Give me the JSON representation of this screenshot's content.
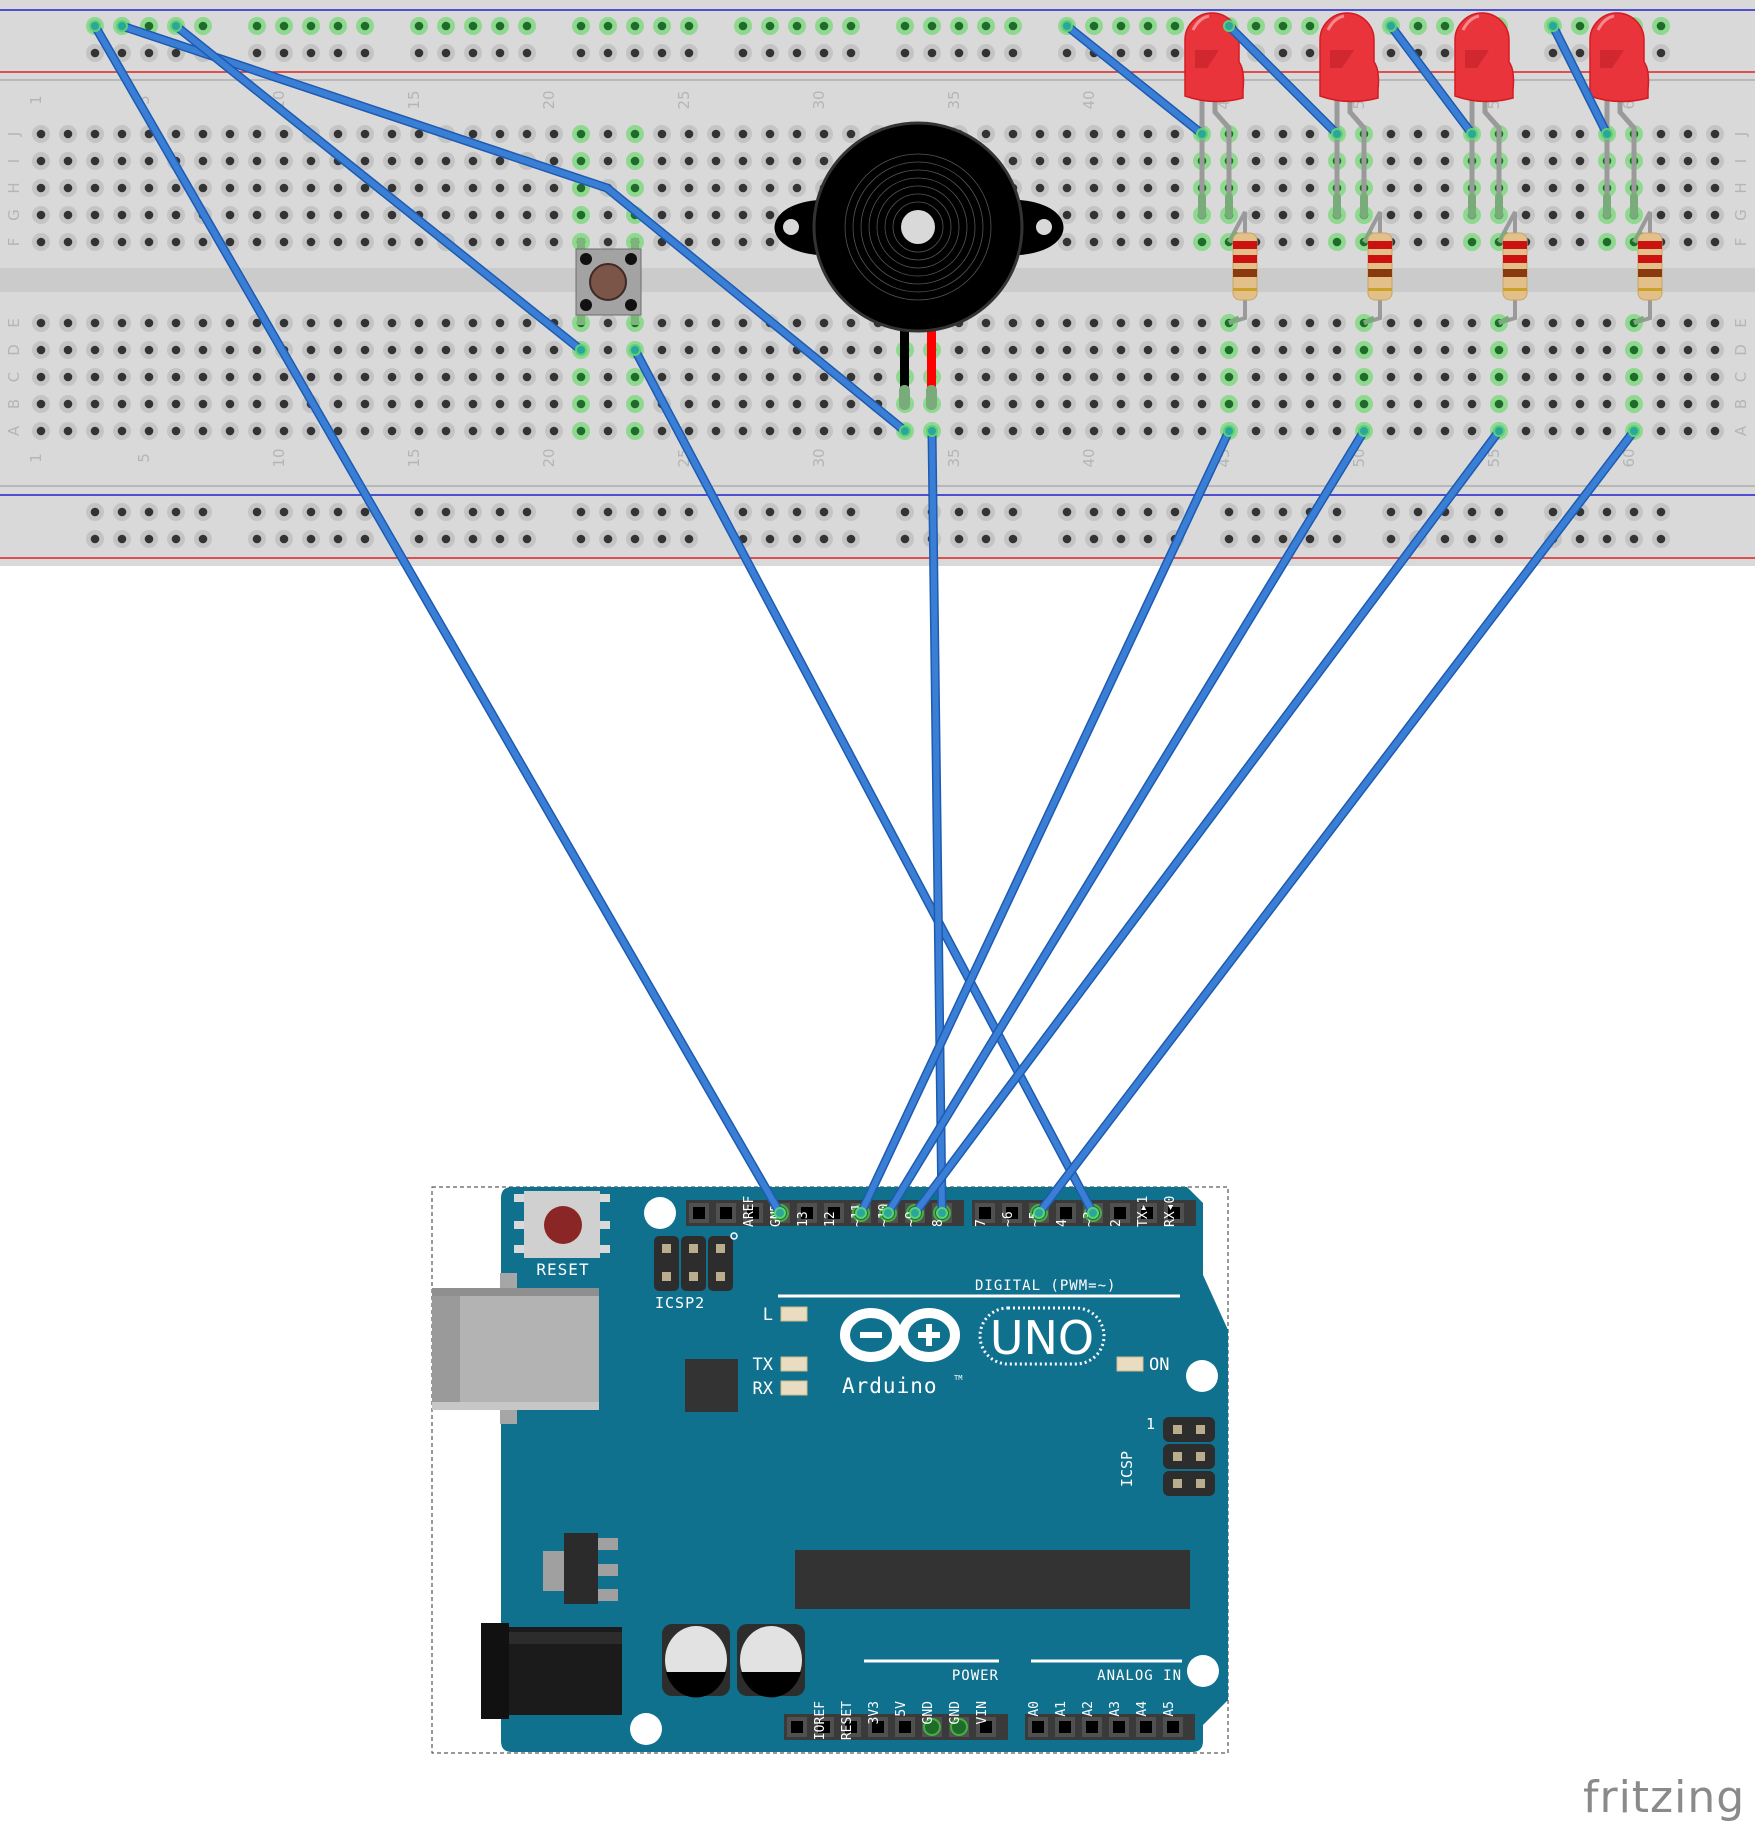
{
  "app": {
    "watermark": "fritzing"
  },
  "breadboard": {
    "row_labels_top": [
      "J",
      "I",
      "H",
      "G",
      "F"
    ],
    "row_labels_bottom": [
      "E",
      "D",
      "C",
      "B",
      "A"
    ],
    "column_count": 63,
    "column_labels": [
      "1",
      "5",
      "10",
      "15",
      "20",
      "25",
      "30",
      "35",
      "40",
      "45",
      "50",
      "55",
      "60"
    ],
    "colors": {
      "board": "#d9d9d9",
      "hole": "#333333",
      "hole_ring": "#c4c4c4",
      "connected": "#8fd88f",
      "rail_blue": "#2222cc",
      "rail_red": "#dd2222"
    }
  },
  "components": {
    "pushbutton": {
      "name": "Pushbutton",
      "cap_color": "#7a5548"
    },
    "buzzer": {
      "name": "Piezo Buzzer",
      "lead_colors": [
        "#000000",
        "#ff0000"
      ]
    },
    "leds": [
      {
        "name": "LED 1",
        "color": "#e8343a"
      },
      {
        "name": "LED 2",
        "color": "#e8343a"
      },
      {
        "name": "LED 3",
        "color": "#e8343a"
      },
      {
        "name": "LED 4",
        "color": "#e8343a"
      }
    ],
    "resistors": [
      {
        "name": "Resistor 1",
        "bands": [
          "#cc1111",
          "#cc1111",
          "#8b3a0e",
          "#c9a227"
        ]
      },
      {
        "name": "Resistor 2",
        "bands": [
          "#cc1111",
          "#cc1111",
          "#8b3a0e",
          "#c9a227"
        ]
      },
      {
        "name": "Resistor 3",
        "bands": [
          "#cc1111",
          "#cc1111",
          "#8b3a0e",
          "#c9a227"
        ]
      },
      {
        "name": "Resistor 4",
        "bands": [
          "#cc1111",
          "#cc1111",
          "#8b3a0e",
          "#c9a227"
        ]
      }
    ]
  },
  "wires": {
    "color": "#3a7fd5",
    "connections": [
      {
        "from": "top-rail",
        "to": "GND"
      },
      {
        "from": "top-rail",
        "to": "buzzer-black"
      },
      {
        "from": "top-rail",
        "to": "pushbutton-left"
      },
      {
        "from": "pushbutton-right",
        "to": "~3"
      },
      {
        "from": "buzzer-red",
        "to": "8"
      },
      {
        "from": "led1-resistor",
        "to": "~11"
      },
      {
        "from": "led2-resistor",
        "to": "~10"
      },
      {
        "from": "led3-resistor",
        "to": "~9"
      },
      {
        "from": "led4-resistor",
        "to": "~5"
      },
      {
        "from": "top-rail",
        "to": "led1-cathode"
      },
      {
        "from": "top-rail",
        "to": "led2-cathode"
      },
      {
        "from": "top-rail",
        "to": "led3-cathode"
      },
      {
        "from": "top-rail",
        "to": "led4-cathode"
      }
    ]
  },
  "arduino": {
    "board_color": "#10718f",
    "reset_label": "RESET",
    "icsp2_label": "ICSP2",
    "icsp_label": "ICSP",
    "icsp_pin1": "1",
    "digital_label": "DIGITAL (PWM=~)",
    "header_top_left": [
      "",
      "",
      "AREF",
      "GND",
      "13",
      "12",
      "~11",
      "~10",
      "~9",
      "8"
    ],
    "header_top_right": [
      "7",
      "~6",
      "~5",
      "4",
      "~3",
      "2",
      "TX▸1",
      "RX◂0"
    ],
    "led_labels": {
      "l": "L",
      "tx": "TX",
      "rx": "RX",
      "on": "ON"
    },
    "logo_text": "Arduino",
    "tm": "TM",
    "model": "UNO",
    "power_label": "POWER",
    "analog_label": "ANALOG IN",
    "power_pins": [
      "",
      "IOREF",
      "RESET",
      "3V3",
      "5V",
      "GND",
      "GND",
      "VIN"
    ],
    "analog_pins": [
      "A0",
      "A1",
      "A2",
      "A3",
      "A4",
      "A5"
    ]
  }
}
